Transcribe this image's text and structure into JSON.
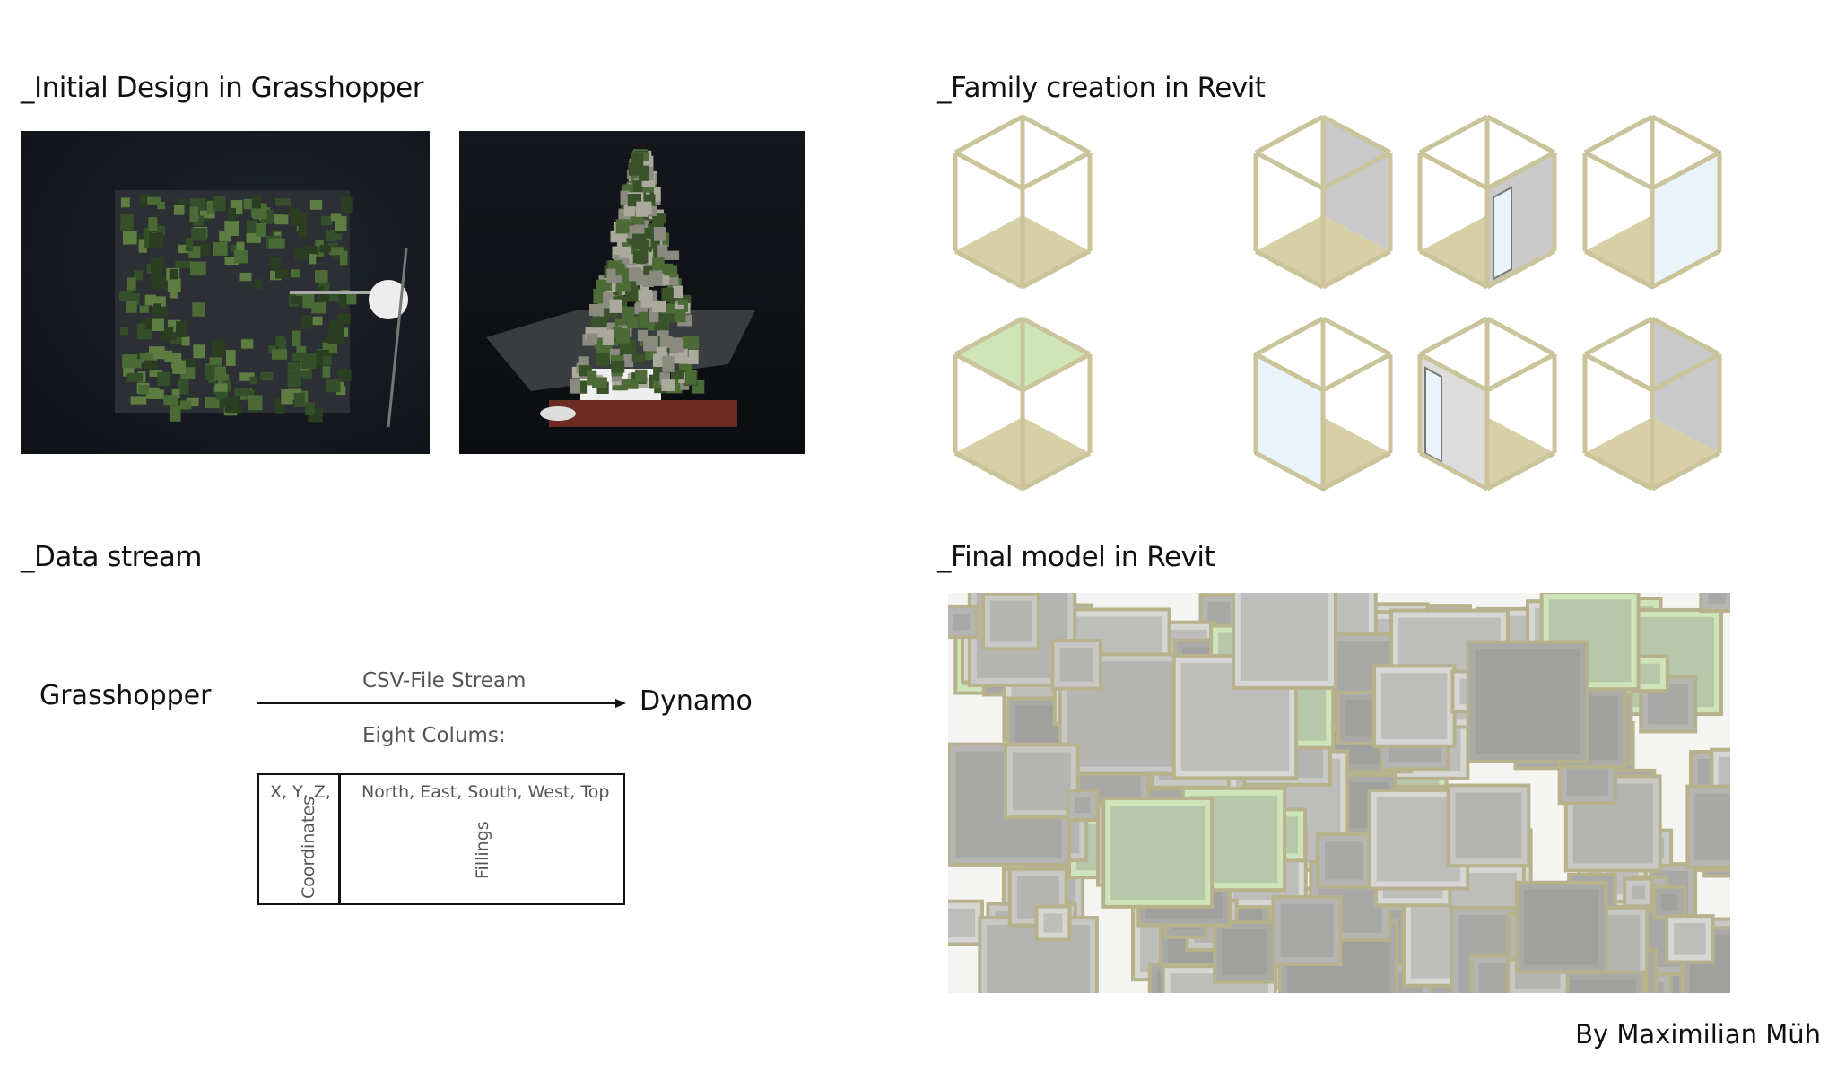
{
  "sections": {
    "initial_design": "_Initial Design in Grasshopper",
    "family_creation": "_Family creation in Revit",
    "data_stream": "_Data stream",
    "final_model": "_Final model in Revit"
  },
  "stream": {
    "source": "Grasshopper",
    "target": "Dynamo",
    "arrow_label": "CSV-File Stream",
    "columns_label": "Eight Colums:",
    "coord_header": "X, Y, Z,",
    "coord_label": "Coordinates",
    "fill_header": "North, East, South, West, Top",
    "fill_label": "Fillings"
  },
  "families": [
    {
      "variant": "empty"
    },
    {
      "variant": "wall-solid"
    },
    {
      "variant": "wall-door"
    },
    {
      "variant": "wall-window"
    },
    {
      "variant": "top"
    },
    {
      "variant": "left-window"
    },
    {
      "variant": "left-door"
    },
    {
      "variant": "back-wall"
    }
  ],
  "colors": {
    "frame": "#cbc39a",
    "floor": "#d7cfa6",
    "wall": "#c9c9c9",
    "glass": "#e8f3fa",
    "top": "#cde5b8"
  },
  "credit": "By Maximilian Müh"
}
